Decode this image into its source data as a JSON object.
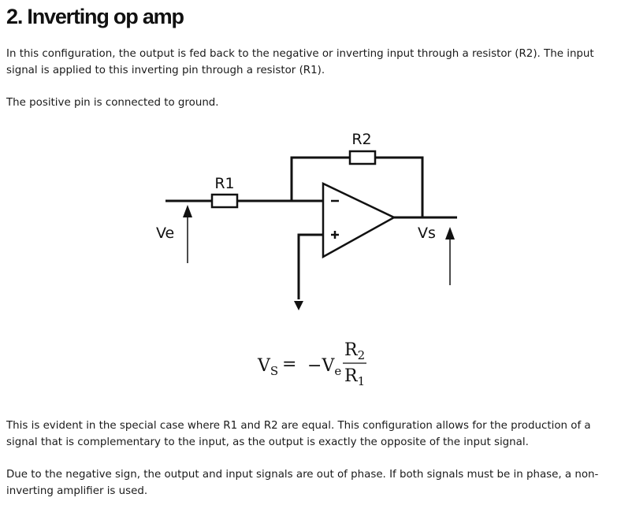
{
  "heading": "2. Inverting op amp",
  "paragraphs": {
    "intro": "In this configuration, the output is fed back to the negative or inverting input through a resistor (R2). The input signal is applied to this inverting pin through a resistor (R1).",
    "ground": "The positive pin is connected to ground.",
    "special_case": "This is evident in the special case where R1 and R2 are equal. This configuration allows for the production of a signal that is complementary to the input, as the output is exactly the opposite of the input signal.",
    "phase": "Due to the negative sign, the output and input signals are out of phase. If both signals must be in phase, a non-inverting amplifier is used."
  },
  "circuit": {
    "r1_label": "R1",
    "r2_label": "R2",
    "input_label": "Ve",
    "output_label": "Vs",
    "minus_sign": "−",
    "plus_sign": "+"
  },
  "formula": {
    "lhs_var": "V",
    "lhs_sub": "S",
    "equals": "=",
    "rhs_sign": "−",
    "rhs_var": "V",
    "rhs_sub": "e",
    "num_var": "R",
    "num_sub": "2",
    "den_var": "R",
    "den_sub": "1"
  }
}
